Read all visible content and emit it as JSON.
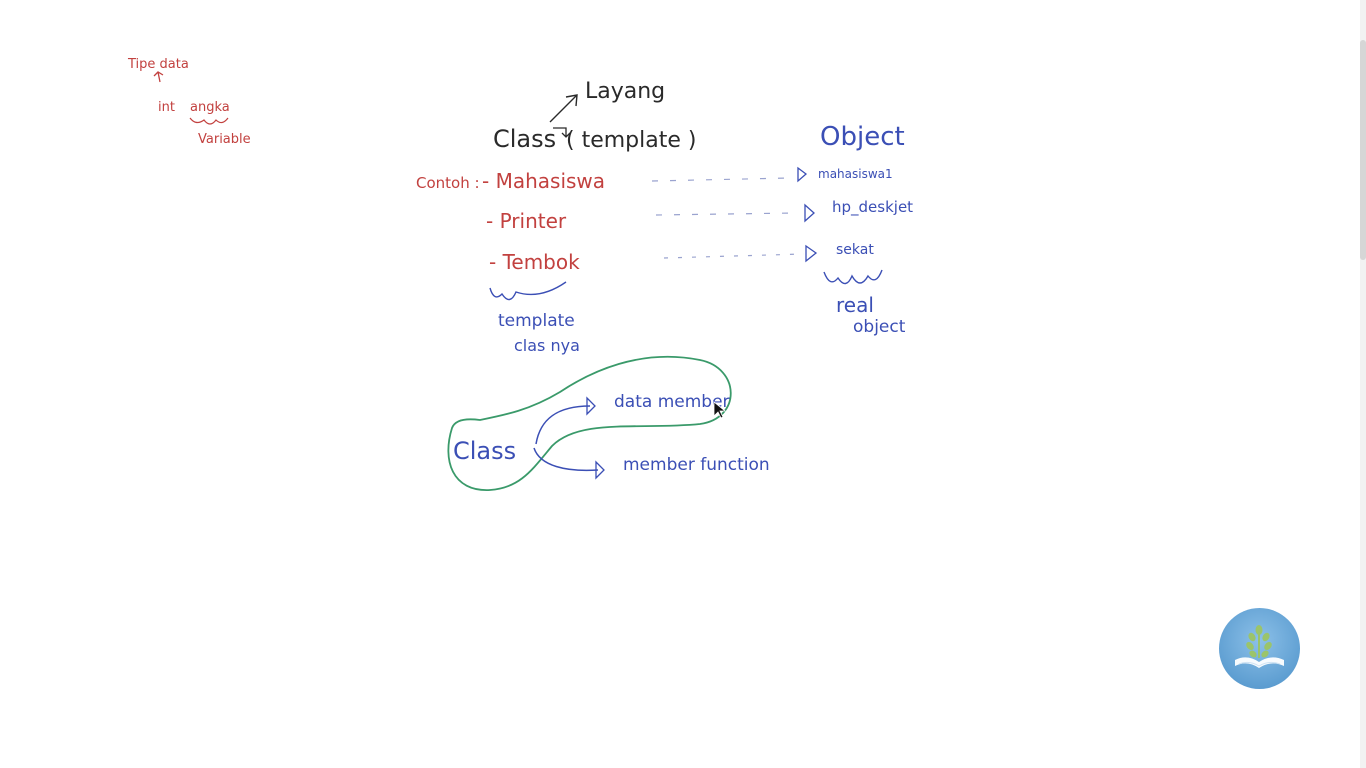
{
  "notes": {
    "topleft": {
      "tipe_data": "Tipe data",
      "int": "int",
      "angka": "angka",
      "variable": "Variable"
    },
    "class_label": "Class",
    "layang": "Layang",
    "template": "( template )",
    "object_label": "Object",
    "contoh": "Contoh :",
    "examples": [
      "- Mahasiswa",
      "- Printer",
      "- Tembok"
    ],
    "objects": [
      "mahasiswa1",
      "hp_deskjet",
      "sekat"
    ],
    "template_caption": [
      "template",
      "clas nya"
    ],
    "real_object": [
      "real",
      "object"
    ],
    "diagram": {
      "class": "Class",
      "data_member": "data member",
      "member_function": "member function"
    }
  },
  "colors": {
    "black_ink": "#2a2a2a",
    "red_ink": "#c2413f",
    "blue_ink": "#3b4fb5",
    "green_ink": "#3a9a6a",
    "logo_blue": "#5f9fd2",
    "logo_green": "#9bc46a"
  },
  "icons": {
    "logo": "book-plant-logo-icon",
    "cursor": "mouse-pointer-icon"
  }
}
